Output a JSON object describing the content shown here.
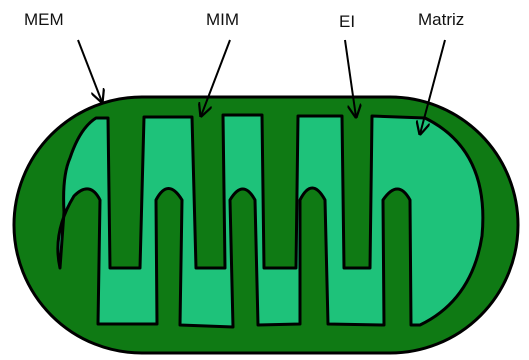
{
  "labels": {
    "mem": "MEM",
    "mim": "MIM",
    "ei": "EI",
    "matriz": "Matriz"
  },
  "colors": {
    "outer_membrane": "#0f7a14",
    "matrix": "#1ec27a",
    "outline": "#000000"
  }
}
